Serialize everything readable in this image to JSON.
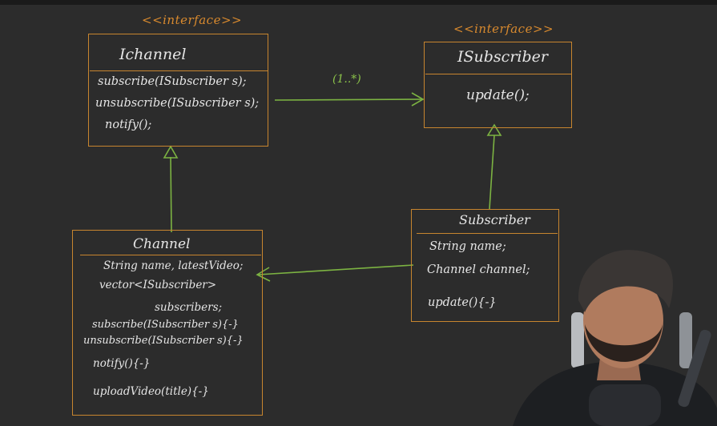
{
  "colors": {
    "background": "#2c2c2c",
    "box_border": "#c7852f",
    "stereotype": "#d98a2e",
    "arrow": "#7cb342",
    "text": "#e6e6e6"
  },
  "ichannel": {
    "stereotype": "<<interface>>",
    "name": "Ichannel",
    "methods": [
      "subscribe(ISubscriber s);",
      "unsubscribe(ISubscriber s);",
      "notify();"
    ]
  },
  "isubscriber": {
    "stereotype": "<<interface>>",
    "name": "ISubscriber",
    "methods": [
      "update();"
    ]
  },
  "channel": {
    "name": "Channel",
    "fields": [
      "String name, latestVideo;",
      "vector<ISubscriber>",
      "subscribers;"
    ],
    "methods": [
      "subscribe(ISubscriber s){-}",
      "unsubscribe(ISubscriber s){-}",
      "notify(){-}",
      "uploadVideo(title){-}"
    ]
  },
  "subscriber": {
    "name": "Subscriber",
    "fields": [
      "String name;",
      "Channel channel;"
    ],
    "methods": [
      "update(){-}"
    ]
  },
  "association": {
    "multiplicity": "(1..*)"
  },
  "icons": {
    "presenter": "presenter-webcam-overlay"
  }
}
